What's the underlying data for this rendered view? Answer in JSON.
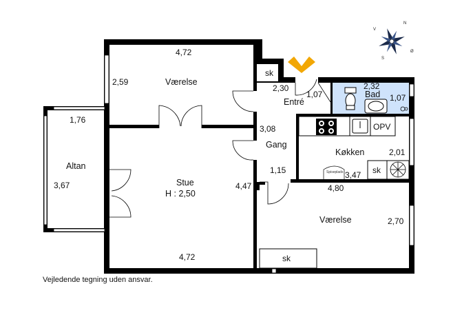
{
  "rooms": {
    "vaerelse_top": "Værelse",
    "entre": "Entré",
    "bad": "Bad",
    "gang": "Gang",
    "koekken": "Køkken",
    "altan": "Altan",
    "stue": "Stue",
    "stue_height": "H : 2,50",
    "vaerelse_bottom": "Værelse"
  },
  "fixtures": {
    "sk_entry": "sk",
    "opv": "OPV",
    "sk_kitchen": "sk",
    "sk_bottom": "sk",
    "spiseplads": "Spiseplads"
  },
  "dimensions": {
    "d472_top": "4,72",
    "d259": "2,59",
    "d230": "2,30",
    "d107_entre": "1,07",
    "d232": "2,32",
    "d107_bad": "1,07",
    "d176": "1,76",
    "d308": "3,08",
    "d201": "2,01",
    "d367": "3,67",
    "d447": "4,47",
    "d115": "1,15",
    "d347": "3,47",
    "d480": "4,80",
    "d270": "2,70",
    "d472_bottom": "4,72"
  },
  "compass": {
    "n": "N",
    "s": "S",
    "v": "V",
    "o": "Ø"
  },
  "footer_note": "Vejledende tegning uden ansvar.",
  "colors": {
    "wall": "#000000",
    "bathroom": "#cfe3fb",
    "entry_marker": "#f2a705",
    "window_glass": "#e8e8e8"
  }
}
